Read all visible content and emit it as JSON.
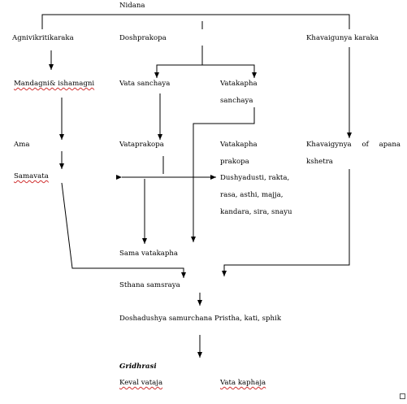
{
  "diagram": {
    "root": "Nidana",
    "col1": {
      "cause": "Agnivikritikaraka",
      "agni": "Mandagni& ishamagni",
      "ama": "Ama",
      "samavata": "Samavata"
    },
    "col2": {
      "cause": "Doshprakopa",
      "vata_sanchaya": "Vata sanchaya",
      "vatakapha_sanchaya": "Vatakapha sanchaya",
      "vataprakopa": "Vataprakopa",
      "vatakapha_prakopa": "Vatakapha prakopa",
      "dushyadusti": "Dushyadusti, rakta, rasa, asthi, majja, kandara, sira, snayu",
      "sama_vatakapha": "Sama vatakapha"
    },
    "col3": {
      "cause": "Khavaigunya karaka",
      "khavaigunya": "Khavaigynya of apana kshetra"
    },
    "flow": {
      "sthana": "Sthana samsraya",
      "doshadushya": "Doshadushya samurchana Pristha, kati, sphik",
      "disease": "Gridhrasi",
      "type1": "Keval vataja",
      "type2": "Vata kaphaja"
    }
  }
}
